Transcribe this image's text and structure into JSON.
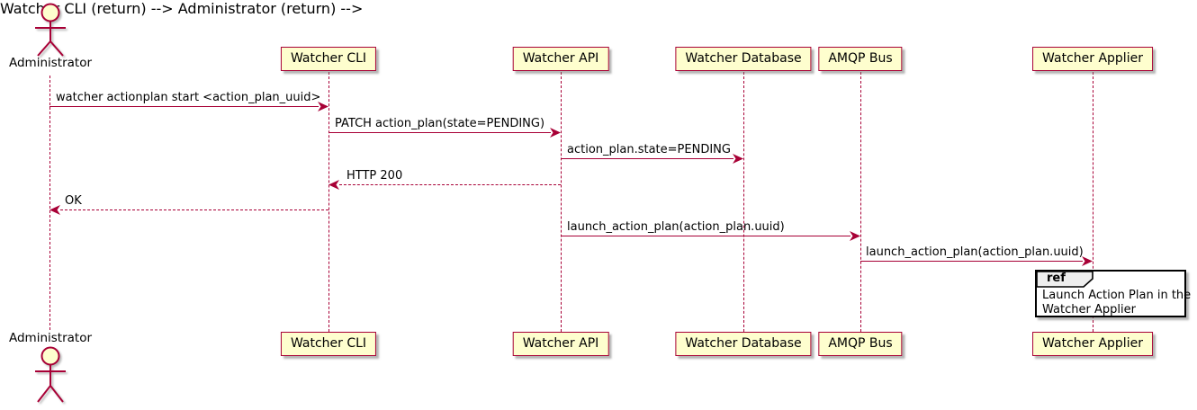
{
  "diagram": {
    "type": "sequence-diagram",
    "actor": {
      "name": "Administrator"
    },
    "participants": [
      {
        "name": "Watcher CLI"
      },
      {
        "name": "Watcher API"
      },
      {
        "name": "Watcher Database"
      },
      {
        "name": "AMQP Bus"
      },
      {
        "name": "Watcher Applier"
      }
    ],
    "messages": [
      {
        "from": "Administrator",
        "to": "Watcher CLI",
        "label": "watcher actionplan start <action_plan_uuid>",
        "line": "solid",
        "direction": "right"
      },
      {
        "from": "Watcher CLI",
        "to": "Watcher API",
        "label": "PATCH action_plan(state=PENDING)",
        "line": "solid",
        "direction": "right"
      },
      {
        "from": "Watcher API",
        "to": "Watcher Database",
        "label": "action_plan.state=PENDING",
        "line": "solid",
        "direction": "right"
      },
      {
        "from": "Watcher API",
        "to": "Watcher CLI",
        "label": "HTTP 200",
        "line": "dashed",
        "direction": "left"
      },
      {
        "from": "Watcher CLI",
        "to": "Administrator",
        "label": "OK",
        "line": "dashed",
        "direction": "left"
      },
      {
        "from": "Watcher API",
        "to": "AMQP Bus",
        "label": "launch_action_plan(action_plan.uuid)",
        "line": "solid",
        "direction": "right"
      },
      {
        "from": "AMQP Bus",
        "to": "Watcher Applier",
        "label": "launch_action_plan(action_plan.uuid)",
        "line": "solid",
        "direction": "right"
      }
    ],
    "ref_fragment": {
      "keyword": "ref",
      "over": "Watcher Applier",
      "lines": [
        "Launch Action Plan in the",
        "Watcher Applier"
      ]
    },
    "colors": {
      "accent": "#A80036",
      "box_fill": "#FEFECE",
      "text": "#000000",
      "ref_border": "#000000",
      "ref_header_fill": "#EEEEEE",
      "background": "#FFFFFF"
    }
  }
}
